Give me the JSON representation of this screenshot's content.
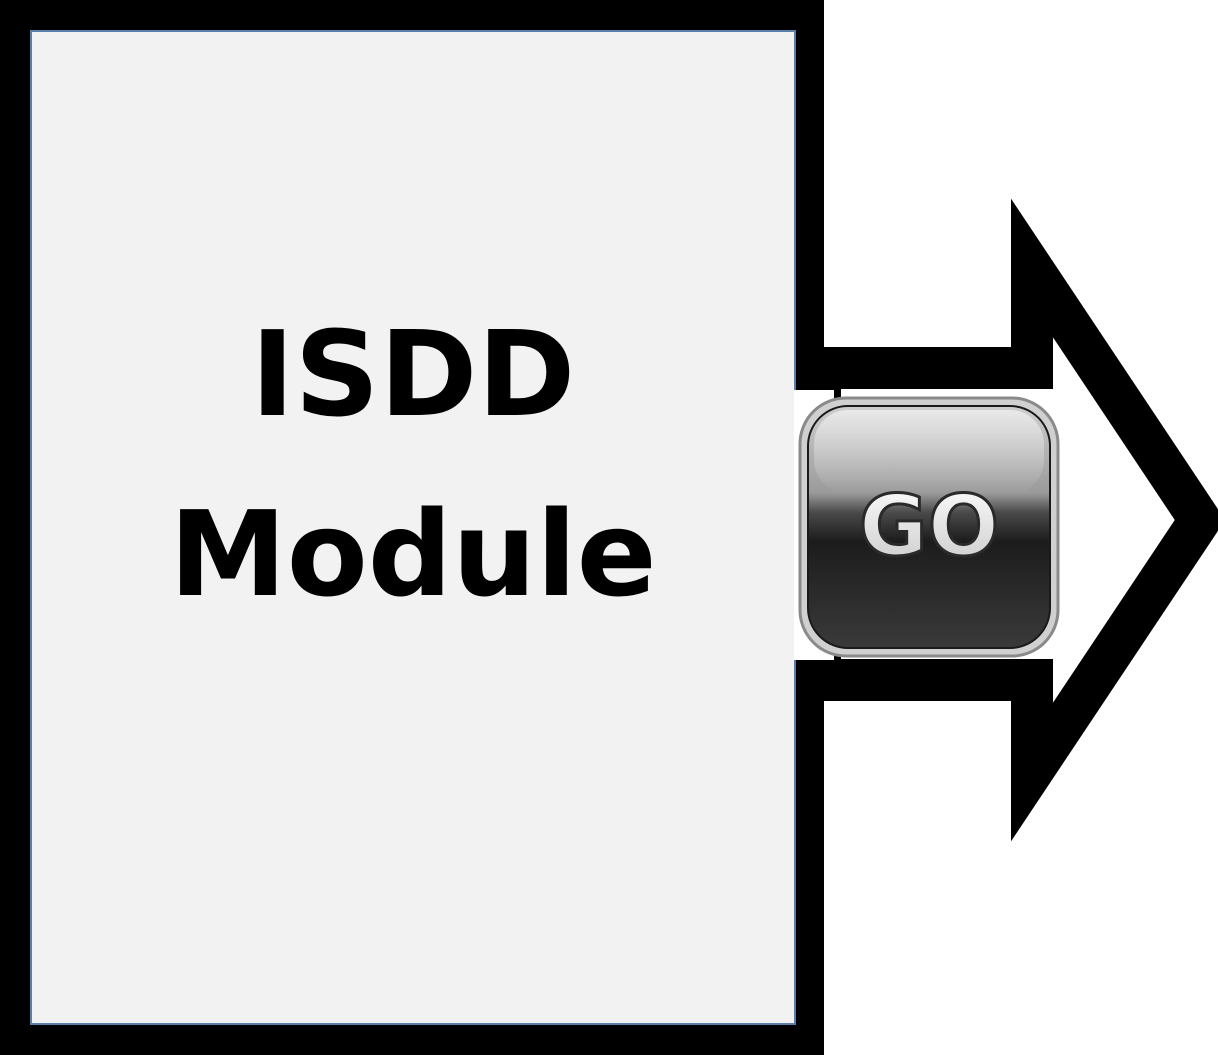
{
  "module": {
    "line1": "ISDD",
    "line2": "Module"
  },
  "go_button": {
    "label": "GO",
    "icon": "go-button-icon"
  },
  "arrow": {
    "icon": "right-arrow-icon"
  },
  "colors": {
    "outline": "#000000",
    "module_fill": "#f2f2f2",
    "module_inner_border": "#5a7fa8",
    "background": "#ffffff",
    "go_dark": "#1a1a1a",
    "go_light": "#d4d4d4"
  }
}
